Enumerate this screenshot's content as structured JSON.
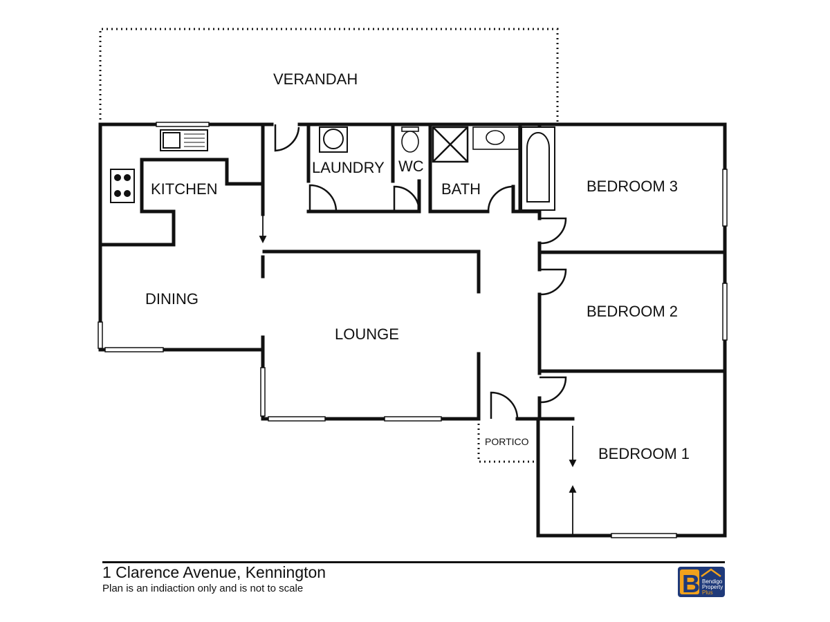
{
  "rooms": {
    "verandah": "VERANDAH",
    "kitchen": "KITCHEN",
    "laundry": "LAUNDRY",
    "wc": "WC",
    "bath": "BATH",
    "bedroom3": "BEDROOM 3",
    "dining": "DINING",
    "lounge": "LOUNGE",
    "bedroom2": "BEDROOM 2",
    "portico": "PORTICO",
    "bedroom1": "BEDROOM 1"
  },
  "footer": {
    "address": "1 Clarence Avenue, Kennington",
    "disclaimer": "Plan is an indiaction only and is not to scale"
  },
  "logo": {
    "letter": "B",
    "line1": "Bendigo",
    "line2": "Property",
    "line3": "Plus",
    "colors": {
      "navy": "#1f3a7a",
      "orange": "#f2a21c"
    }
  }
}
